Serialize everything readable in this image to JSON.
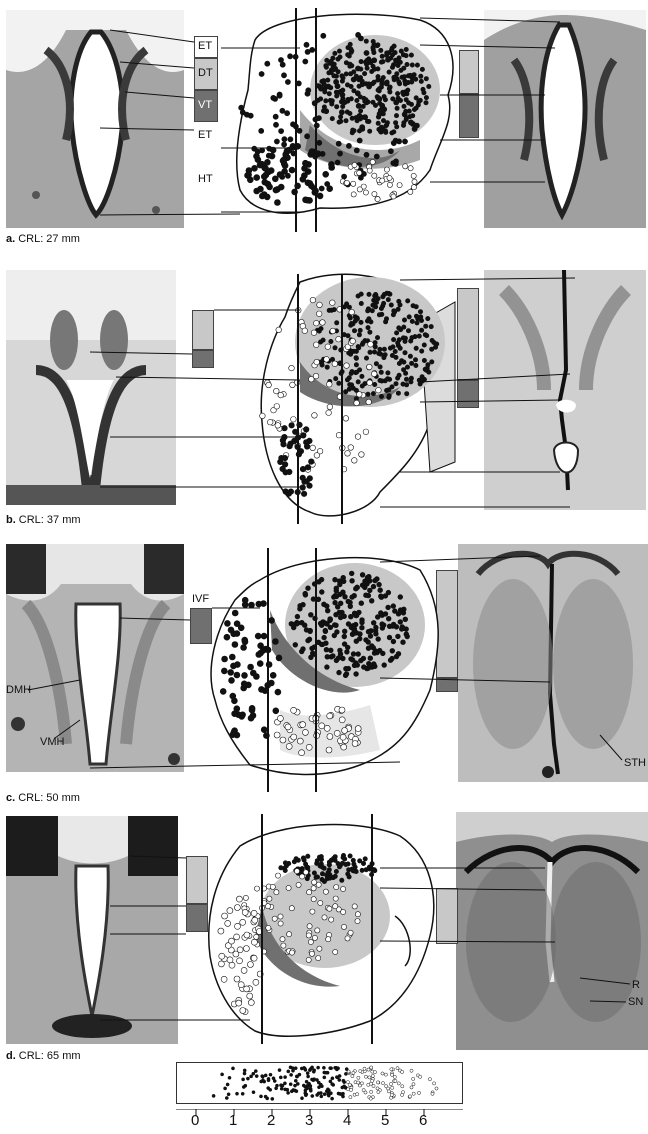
{
  "panels": [
    {
      "id": "a",
      "letter": "a.",
      "caption": "CRL: 27 mm",
      "labels": [
        "ET",
        "DT",
        "VT",
        "ET",
        "HT"
      ]
    },
    {
      "id": "b",
      "letter": "b.",
      "caption": "CRL: 37 mm",
      "labels": []
    },
    {
      "id": "c",
      "letter": "c.",
      "caption": "CRL: 50 mm",
      "labels": [
        "IVF",
        "DMH",
        "VMH",
        "STH"
      ]
    },
    {
      "id": "d",
      "letter": "d.",
      "caption": "CRL: 65 mm",
      "labels": [
        "R",
        "SN"
      ]
    }
  ],
  "scale": {
    "ticks": [
      "0",
      "1",
      "2",
      "3",
      "4",
      "5",
      "6"
    ]
  },
  "colors": {
    "light_gray": "#c8c8c8",
    "dark_gray": "#707070",
    "mid_gray": "#a8a8a8",
    "tissue": "#9a9a9a",
    "tissue_dark": "#444444"
  }
}
